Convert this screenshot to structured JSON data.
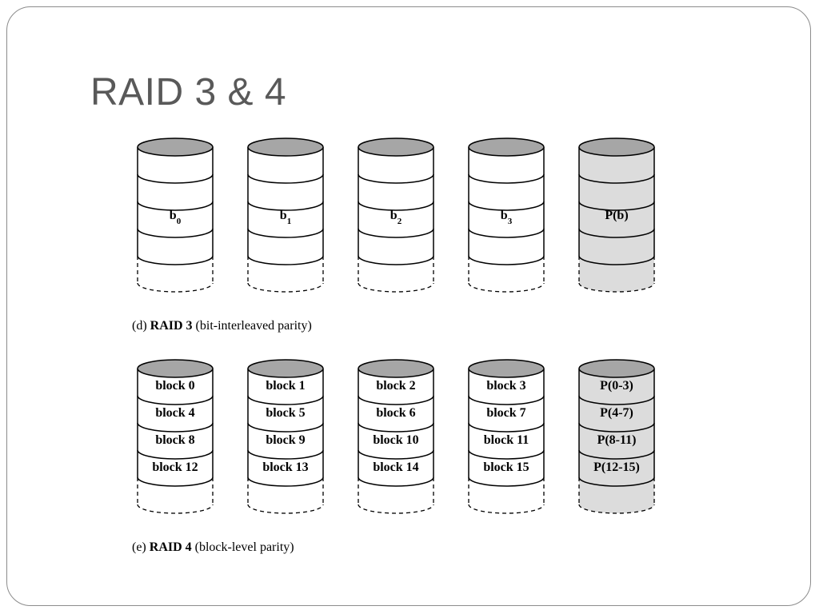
{
  "slide": {
    "title": "RAID 3 & 4"
  },
  "colors": {
    "frame_border": "#8c8c8c",
    "title_text": "#595959",
    "disk_top_fill": "#a6a6a6",
    "data_disk_fill": "#ffffff",
    "parity_disk_fill": "#dcdcdc",
    "outline": "#000000"
  },
  "raid3": {
    "caption_prefix": "(d) ",
    "caption_bold": "RAID 3",
    "caption_rest": " (bit-interleaved parity)",
    "disks": [
      {
        "label": "b",
        "subscript": "0",
        "parity": false
      },
      {
        "label": "b",
        "subscript": "1",
        "parity": false
      },
      {
        "label": "b",
        "subscript": "2",
        "parity": false
      },
      {
        "label": "b",
        "subscript": "3",
        "parity": false
      },
      {
        "label": "P(b)",
        "subscript": "",
        "parity": true
      }
    ]
  },
  "raid4": {
    "caption_prefix": "(e) ",
    "caption_bold": "RAID 4",
    "caption_rest": " (block-level parity)",
    "disks": [
      {
        "blocks": [
          "block 0",
          "block 4",
          "block 8",
          "block 12"
        ],
        "parity": false
      },
      {
        "blocks": [
          "block 1",
          "block 5",
          "block 9",
          "block 13"
        ],
        "parity": false
      },
      {
        "blocks": [
          "block 2",
          "block 6",
          "block 10",
          "block 14"
        ],
        "parity": false
      },
      {
        "blocks": [
          "block 3",
          "block 7",
          "block 11",
          "block 15"
        ],
        "parity": false
      },
      {
        "blocks": [
          "P(0-3)",
          "P(4-7)",
          "P(8-11)",
          "P(12-15)"
        ],
        "parity": true
      }
    ]
  }
}
